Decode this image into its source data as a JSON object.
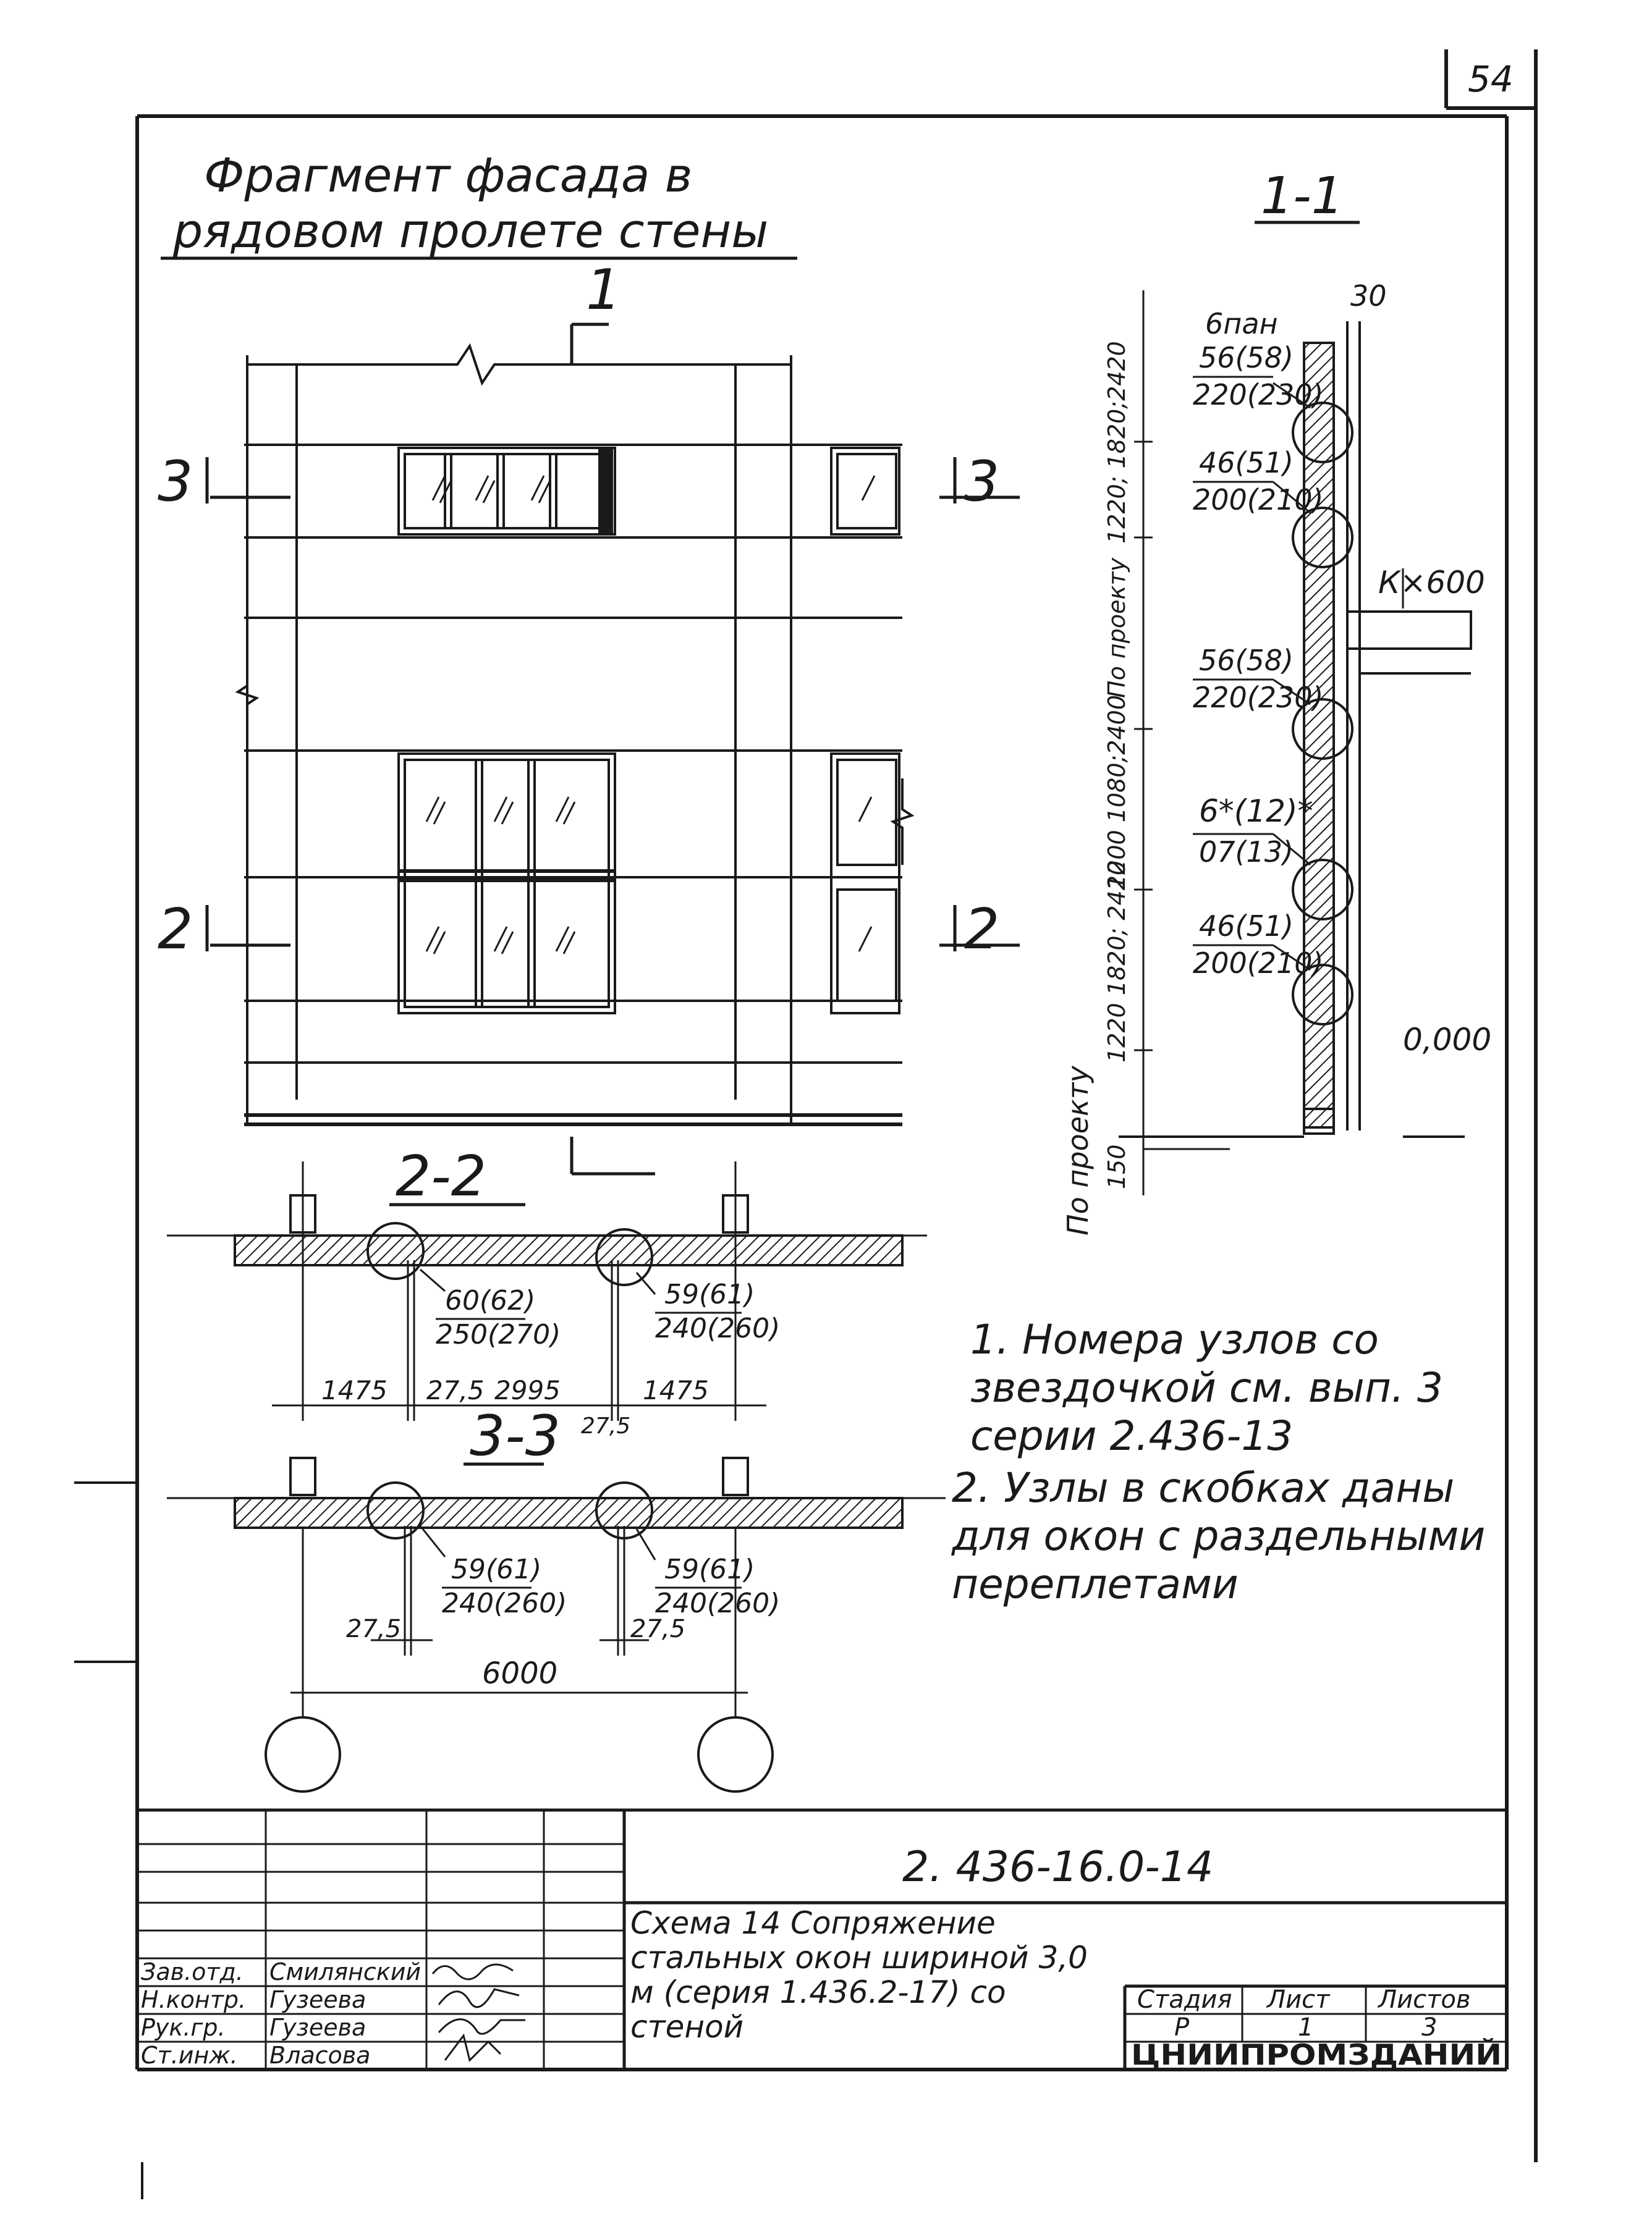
{
  "sheet": {
    "page_number": "54"
  },
  "facade": {
    "title_line1": "Фрагмент фасада в",
    "title_line2": "рядовом пролете стены",
    "cut_1": "1",
    "cut_2_left": "2",
    "cut_2_right": "2",
    "cut_3_left": "3",
    "cut_3_right": "3"
  },
  "section_1_1": {
    "title": "1-1",
    "top_label": "6пан",
    "top_dim": "30",
    "dim_top_row": "1220; 1820;2420",
    "dim_mid_row": "По проекту",
    "dim_low_row": "1200 1080;2400",
    "dim_bottom_row": "1220 1820; 2420",
    "dim_base": "150",
    "slab_label": "К×600",
    "level": "0,000",
    "floor_label": "По проекту",
    "nodes": [
      {
        "top": "56(58)",
        "bottom": "220(230)"
      },
      {
        "top": "46(51)",
        "bottom": "200(210)"
      },
      {
        "top": "56(58)",
        "bottom": "220(230)"
      },
      {
        "top": "6*(12)*",
        "bottom": "07(13)"
      },
      {
        "top": "46(51)",
        "bottom": "200(210)"
      }
    ]
  },
  "section_2_2": {
    "title": "2-2",
    "node_left": {
      "top": "60(62)",
      "bottom": "250(270)"
    },
    "node_right": {
      "top": "59(61)",
      "bottom": "240(260)"
    },
    "dims": [
      "1475",
      "27,5",
      "2995",
      "27,5",
      "1475"
    ]
  },
  "section_3_3": {
    "title": "3-3",
    "node_left": {
      "top": "59(61)",
      "bottom": "240(260)"
    },
    "node_right": {
      "top": "59(61)",
      "bottom": "240(260)"
    },
    "dim_left": "27,5",
    "dim_right": "27,5",
    "dim_total": "6000"
  },
  "notes": [
    "1. Номера узлов со звездочкой см. вып. 3 серии 2.436-13",
    "2. Узлы в скобках даны для окон с раздельными переплетами"
  ],
  "title_block": {
    "doc_code": "2. 436-16.0-14",
    "drawing_title": "Схема 14 Сопряжение стальных окон шириной 3,0 м (серия 1.436.2-17) со стеной",
    "stage_label": "Стадия",
    "sheet_label": "Лист",
    "sheets_label": "Листов",
    "stage": "Р",
    "sheet": "1",
    "sheets": "3",
    "organization": "ЦНИИПРОМЗДАНИЙ",
    "signatures": [
      {
        "role": "Зав.отд.",
        "name": "Смилянский"
      },
      {
        "role": "Н.контр.",
        "name": "Гузеева"
      },
      {
        "role": "Рук.гр.",
        "name": "Гузеева"
      },
      {
        "role": "Ст.инж.",
        "name": "Власова"
      }
    ]
  }
}
